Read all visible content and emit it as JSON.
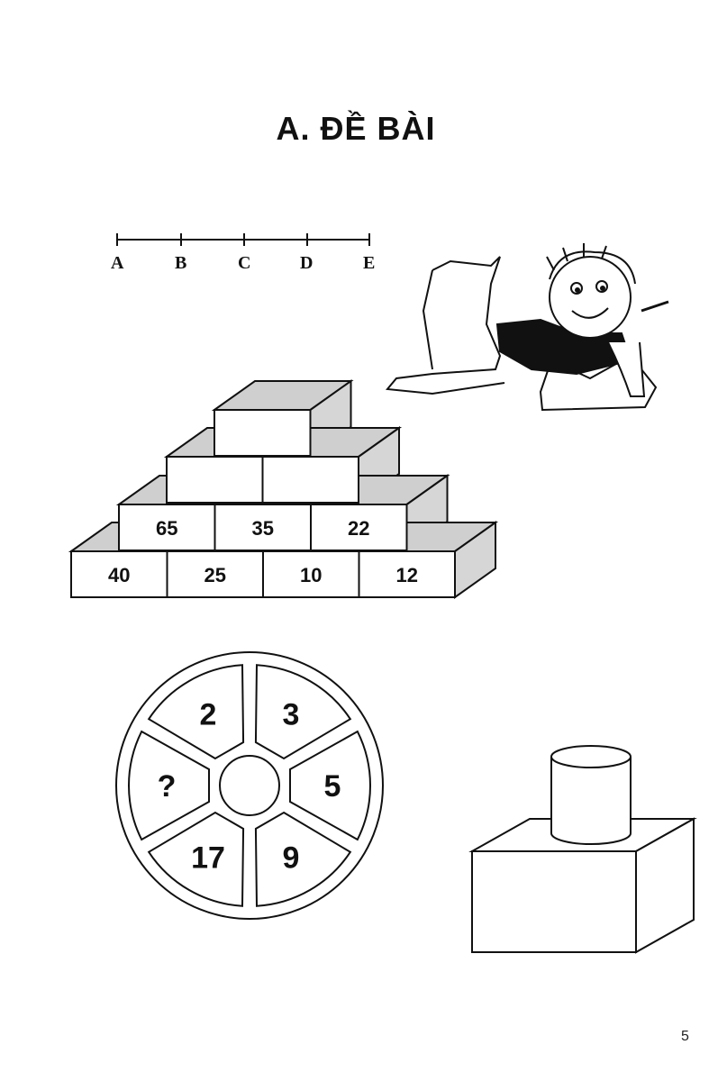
{
  "title": "A. ĐỀ BÀI",
  "number_line": {
    "labels": [
      "A",
      "B",
      "C",
      "D",
      "E"
    ]
  },
  "pyramid": {
    "row_top": [
      ""
    ],
    "row_third": [
      "",
      ""
    ],
    "row_second": [
      "65",
      "35",
      "22"
    ],
    "row_bottom": [
      "40",
      "25",
      "10",
      "12"
    ]
  },
  "wheel": {
    "segments": [
      "2",
      "3",
      "5",
      "9",
      "17",
      "?"
    ]
  },
  "page_number": "5"
}
